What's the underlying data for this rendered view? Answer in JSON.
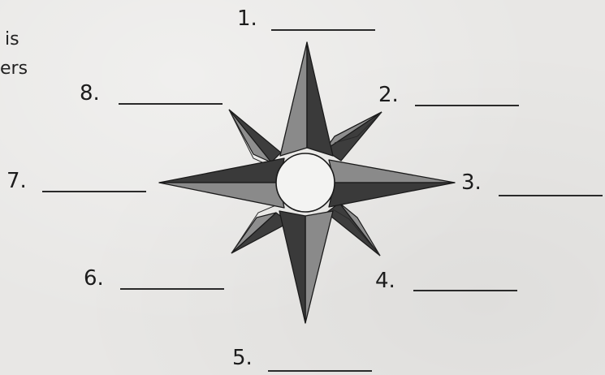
{
  "left_text_fragments": [
    "is",
    "ers"
  ],
  "labels": [
    "1.",
    "2.",
    "3.",
    "4.",
    "5.",
    "6.",
    "7.",
    "8."
  ],
  "blank_line": "_________",
  "compass": {
    "center_hole": true,
    "colors": {
      "dark_point": "#3a3a3a",
      "light_point": "#8c8c8c",
      "outline": "#1a1a1a",
      "paper": "#e8e7e5"
    }
  }
}
